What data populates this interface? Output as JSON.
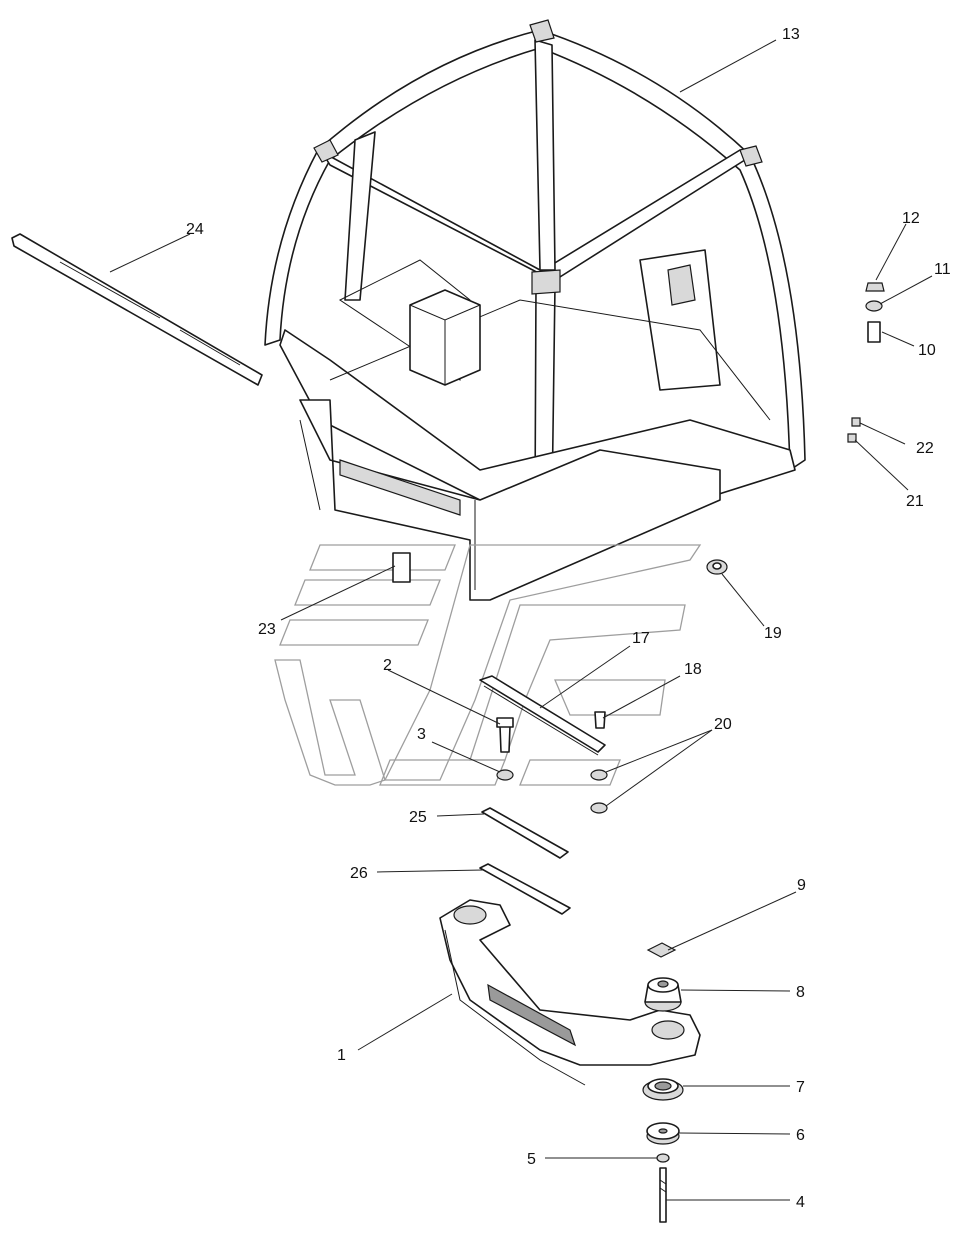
{
  "callouts": [
    {
      "id": "1",
      "label": "1"
    },
    {
      "id": "2",
      "label": "2"
    },
    {
      "id": "3",
      "label": "3"
    },
    {
      "id": "4",
      "label": "4"
    },
    {
      "id": "5",
      "label": "5"
    },
    {
      "id": "6",
      "label": "6"
    },
    {
      "id": "7",
      "label": "7"
    },
    {
      "id": "8",
      "label": "8"
    },
    {
      "id": "9",
      "label": "9"
    },
    {
      "id": "10",
      "label": "10"
    },
    {
      "id": "11",
      "label": "11"
    },
    {
      "id": "12",
      "label": "12"
    },
    {
      "id": "13",
      "label": "13"
    },
    {
      "id": "17",
      "label": "17"
    },
    {
      "id": "18",
      "label": "18"
    },
    {
      "id": "19",
      "label": "19"
    },
    {
      "id": "20",
      "label": "20"
    },
    {
      "id": "21",
      "label": "21"
    },
    {
      "id": "22",
      "label": "22"
    },
    {
      "id": "23",
      "label": "23"
    },
    {
      "id": "24",
      "label": "24"
    },
    {
      "id": "25",
      "label": "25"
    },
    {
      "id": "26",
      "label": "26"
    }
  ],
  "colors": {
    "line": "#1a1a1a",
    "logo": "#9e9e9e",
    "background": "#ffffff"
  }
}
